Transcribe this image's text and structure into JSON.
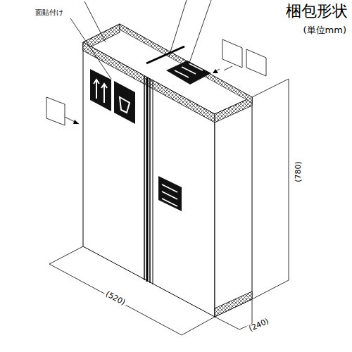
{
  "diagram": {
    "title": "梱包形状",
    "labels": [
      "(単位mm)",
      "面貼付け",
      "(520)",
      "(240)",
      "(780)"
    ]
  }
}
